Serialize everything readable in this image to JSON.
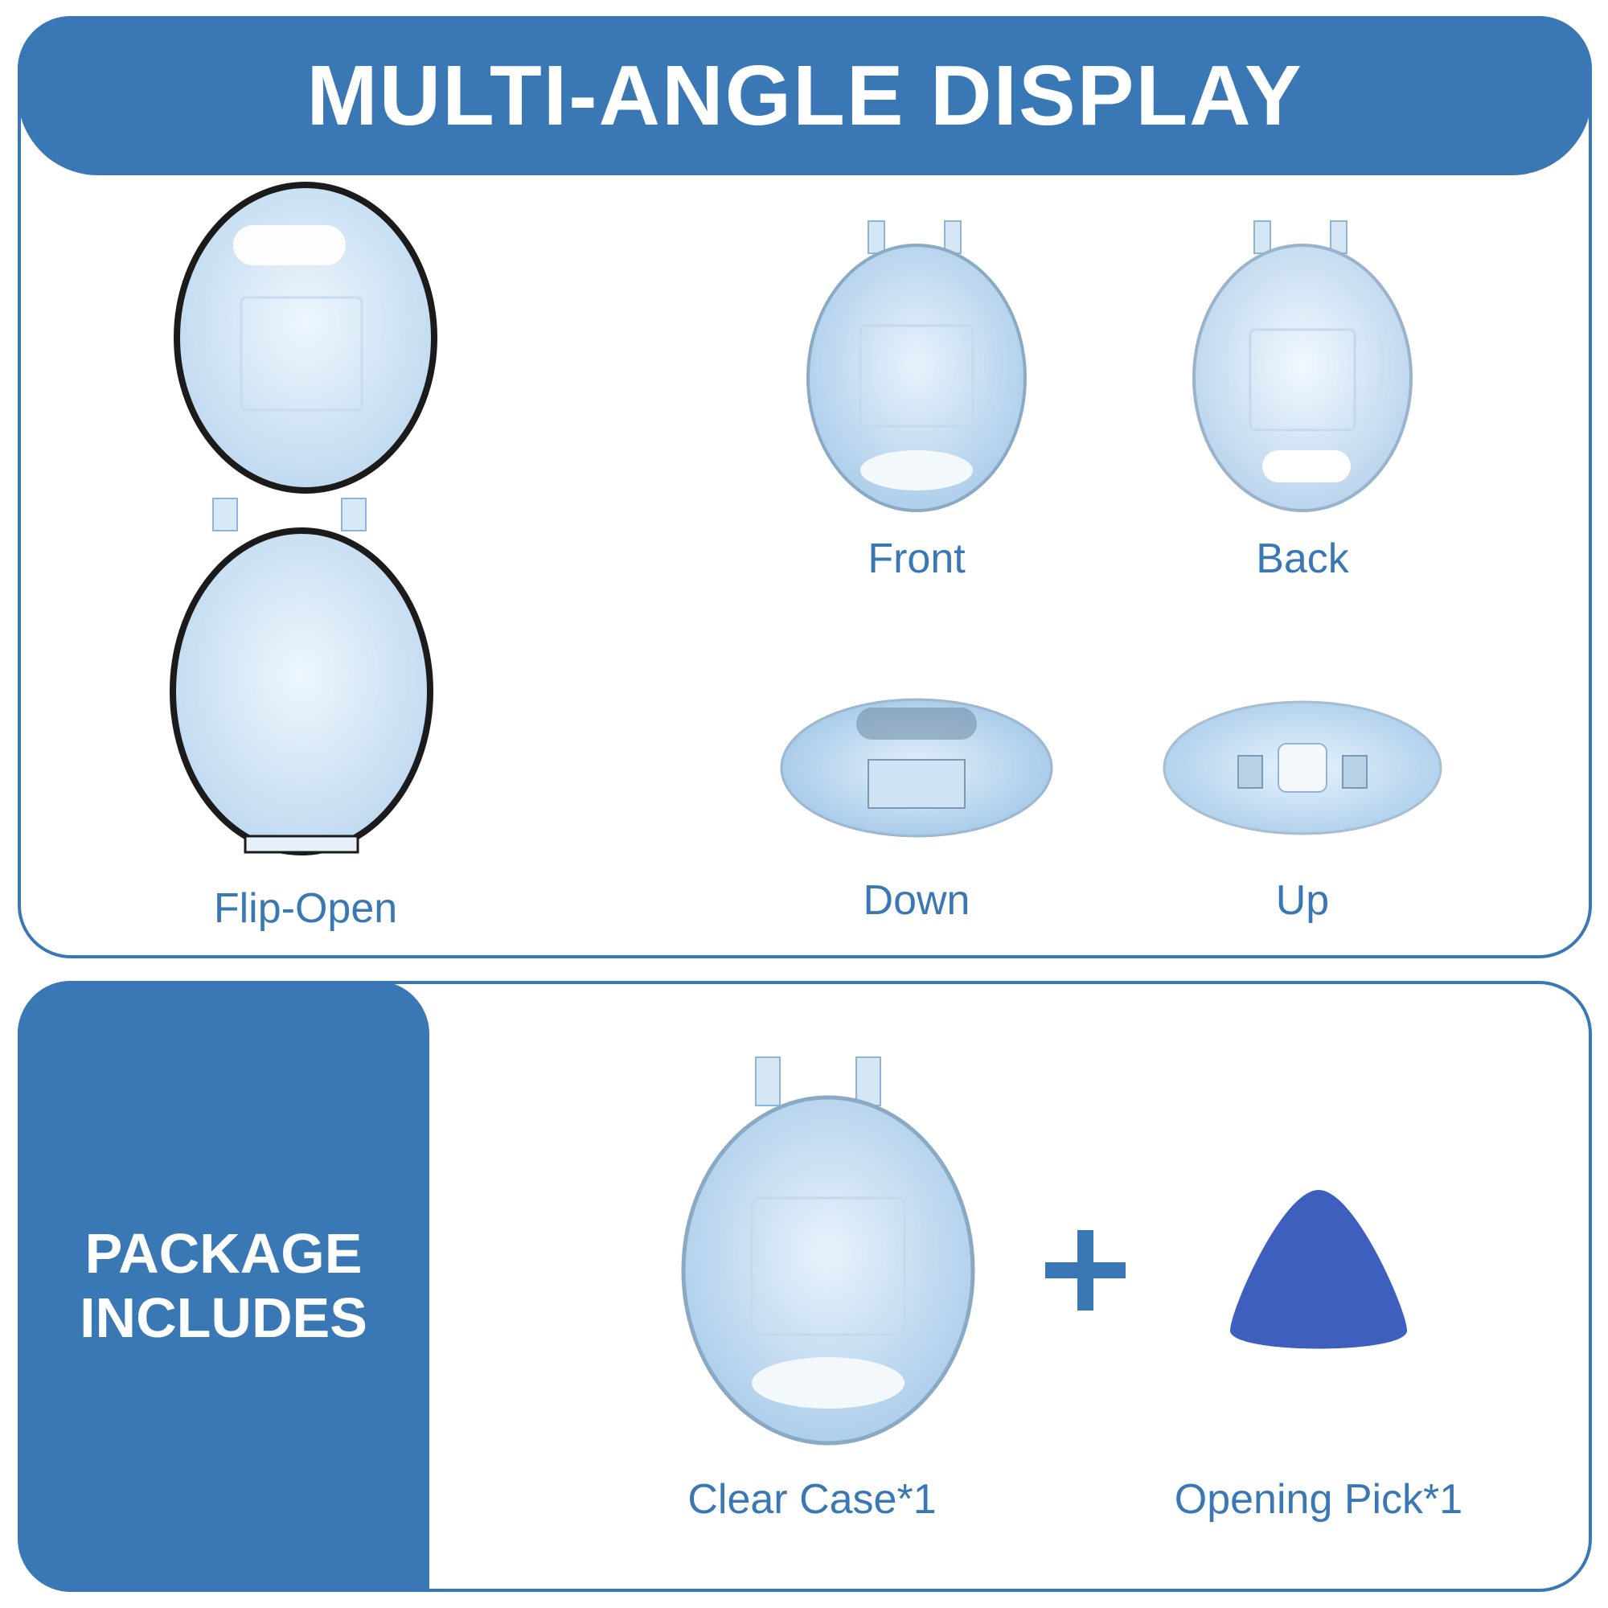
{
  "header": {
    "title": "MULTI-ANGLE DISPLAY"
  },
  "views": [
    {
      "label": "Flip-Open",
      "image": "flip-open-case-image"
    },
    {
      "label": "Front",
      "image": "front-case-image"
    },
    {
      "label": "Back",
      "image": "back-case-image"
    },
    {
      "label": "Down",
      "image": "down-case-image"
    },
    {
      "label": "Up",
      "image": "up-case-image"
    }
  ],
  "package": {
    "heading_line1": "PACKAGE",
    "heading_line2": "INCLUDES",
    "items": [
      {
        "label": "Clear Case*1",
        "image": "clear-case-image"
      },
      {
        "label": "Opening Pick*1",
        "image": "opening-pick-image"
      }
    ],
    "plus_symbol": "+"
  },
  "colors": {
    "brand_blue": "#3a78b5",
    "case_tint": "#cfe3f5",
    "pick_blue": "#3e5fbd"
  }
}
